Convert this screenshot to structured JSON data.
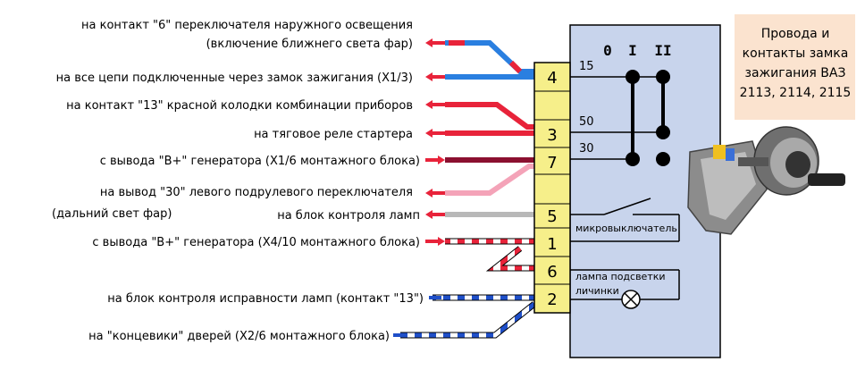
{
  "title": {
    "line1": "Провода и",
    "line2": "контакты замка",
    "line3": "зажигания ВАЗ",
    "line4": "2113, 2114, 2115"
  },
  "labels": {
    "l1a": "на контакт \"6\" переключателя наружного освещения",
    "l1b": "(включение ближнего света фар)",
    "l2": "на все цепи подключенные через замок зажигания (X1/3)",
    "l3": "на контакт \"13\" красной колодки комбинации приборов",
    "l4": "на тяговое реле стартера",
    "l5": "с вывода \"В+\" генератора (X1/6 монтажного блока)",
    "l6a": "на вывод \"30\" левого подрулевого переключателя",
    "l6b": "(дальний свет фар)",
    "l7": "на блок контроля ламп",
    "l8": "с вывода \"В+\" генератора (X4/10 монтажного блока)",
    "l9": "на блок контроля исправности ламп (контакт \"13\")",
    "l10": "на \"концевики\" дверей (X2/6 монтажного блока)"
  },
  "terminals": [
    "4",
    "3",
    "7",
    "5",
    "1",
    "6",
    "2"
  ],
  "pins": {
    "p15": "15",
    "p50": "50",
    "p30": "30"
  },
  "positions": {
    "pos0": "0",
    "posI": "I",
    "posII": "II"
  },
  "microswitch": "микровыключатель",
  "lamp": {
    "line1": "лампа подсветки",
    "line2": "личинки"
  },
  "colors": {
    "blue": "#2a7fe0",
    "red": "#e8233a",
    "dark_red": "#8b1030",
    "pink": "#f4a3b8",
    "gray": "#b8b8b8",
    "dark_blue": "#1f4fc8",
    "panel": "#c8d4ec",
    "terminal": "#f6ef8a",
    "title_bg": "#fbe3cf"
  }
}
